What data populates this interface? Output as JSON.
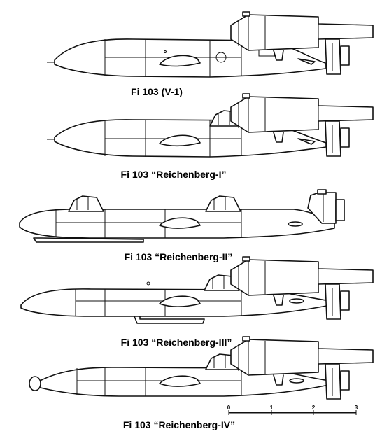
{
  "variants": [
    {
      "caption": "Fi 103 (V-1)"
    },
    {
      "caption": "Fi 103 “Reichenberg-I”"
    },
    {
      "caption": "Fi 103 “Reichenberg-II”"
    },
    {
      "caption": "Fi 103 “Reichenberg-III”"
    },
    {
      "caption": "Fi 103 “Reichenberg-IV”"
    }
  ],
  "scale_bar": {
    "ticks": [
      "0",
      "1",
      "2",
      "3"
    ]
  }
}
